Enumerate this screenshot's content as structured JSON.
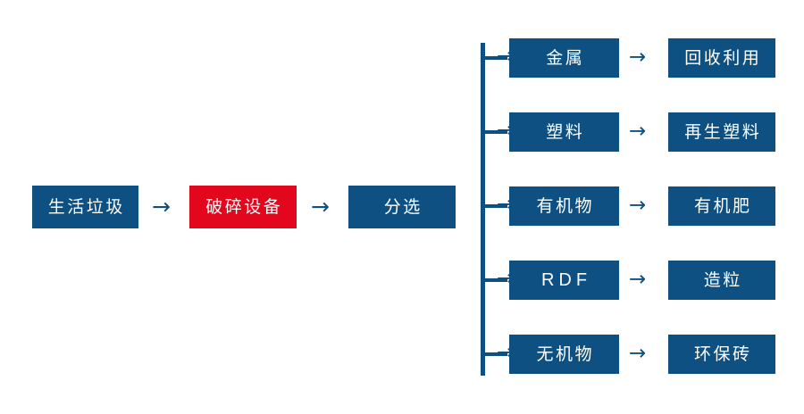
{
  "colors": {
    "primary_blue": "#0d5081",
    "highlight_red": "#e3071e",
    "background": "#ffffff",
    "node_text": "#ffffff"
  },
  "flow": {
    "main_sequence": [
      {
        "label": "生活垃圾",
        "style": "blue"
      },
      {
        "label": "破碎设备",
        "style": "red"
      },
      {
        "label": "分选",
        "style": "blue"
      }
    ],
    "connector_glyph": "→",
    "branches": [
      {
        "material": "金属",
        "product": "回收利用",
        "material_script": "cjk"
      },
      {
        "material": "塑料",
        "product": "再生塑料",
        "material_script": "cjk"
      },
      {
        "material": "有机物",
        "product": "有机肥",
        "material_script": "cjk"
      },
      {
        "material": "RDF",
        "product": "造粒",
        "material_script": "latin"
      },
      {
        "material": "无机物",
        "product": "环保砖",
        "material_script": "cjk"
      }
    ]
  }
}
